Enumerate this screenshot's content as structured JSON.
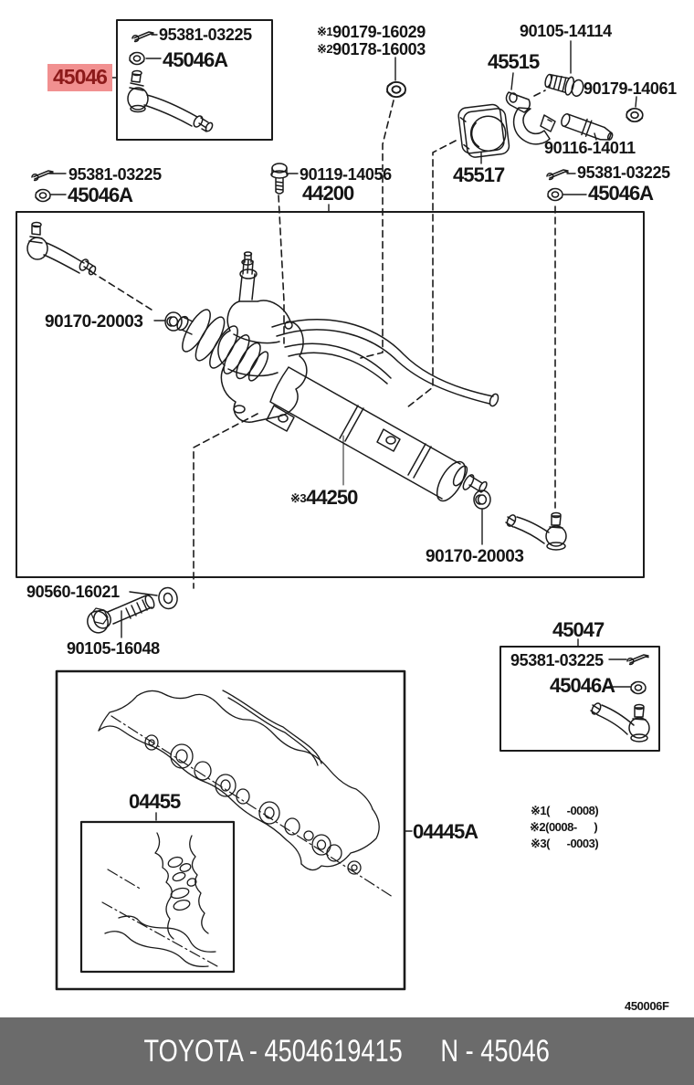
{
  "highlight": {
    "label": "45046",
    "bg": "#F19090",
    "fg": "#8C1A1A"
  },
  "parts": {
    "cotter_pin": "95381-03225",
    "tie_rod_end_sub": "45046A",
    "grommet_w_bolt_1": "90179-16029",
    "grommet_w_bolt_2": "90178-16003",
    "clamp_bolt": "90105-14114",
    "clamp": "45515",
    "clamp_nut": "90179-14061",
    "clamp_stud": "90116-14011",
    "grommet": "45517",
    "housing_bolt": "90119-14056",
    "steering_gear": "44200",
    "steering_link": "44250",
    "rack_end_nut": "90170-20003",
    "bracket_washer": "90560-16021",
    "bracket_bolt": "90105-16048",
    "tie_rod_set_rh": "45047",
    "gasket_kit_inner": "04455",
    "gasket_kit": "04445A"
  },
  "prefixes": {
    "n1": "※1",
    "n2": "※2",
    "n3": "※3"
  },
  "notes": {
    "n1": "※1(      -0008)",
    "n2": "※2(0008-      )",
    "n3": "※3(      -0003)"
  },
  "diagram_code": "450006F",
  "footer": {
    "left": "TOYOTA - 4504619415",
    "right": "N - 45046"
  },
  "colors": {
    "footer_bar": "#6B6B6B",
    "line": "#1B1B1B"
  }
}
